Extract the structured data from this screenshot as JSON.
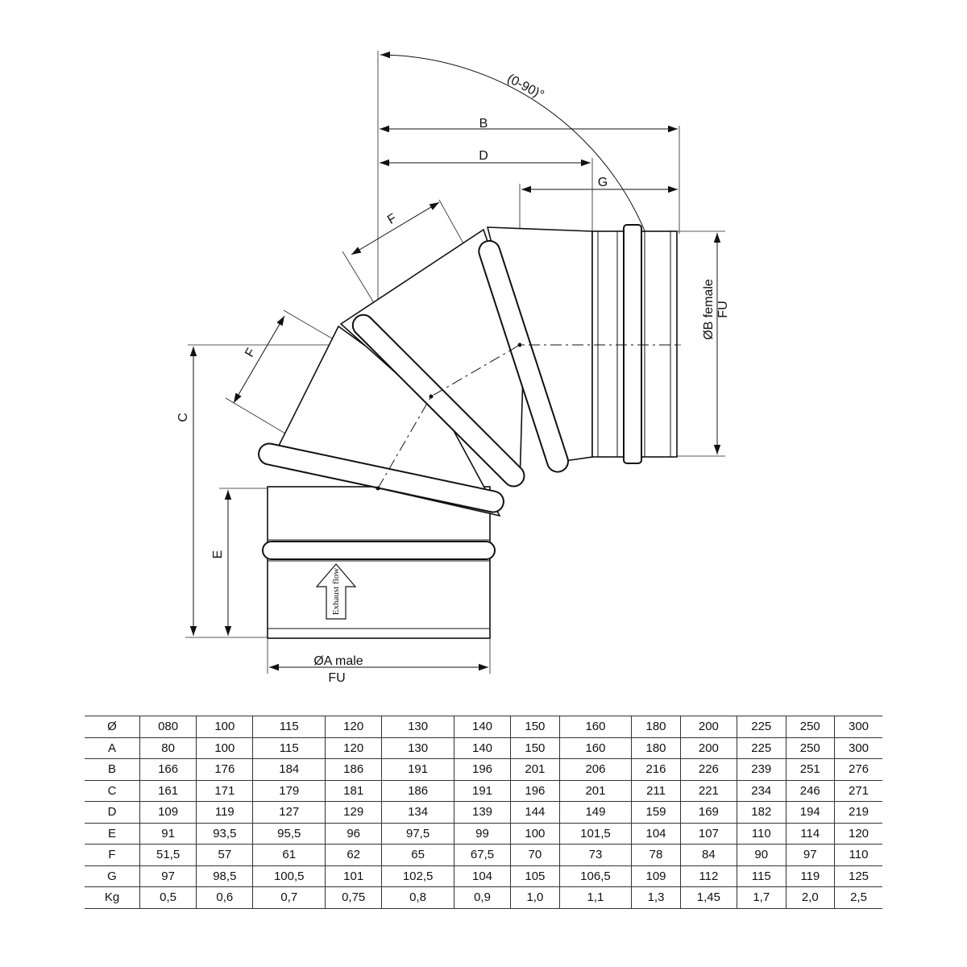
{
  "drawing": {
    "angle_label": "(0-90)°",
    "dim_B": "B",
    "dim_D": "D",
    "dim_G": "G",
    "dim_F_upper": "F",
    "dim_F_lower": "F",
    "dim_C": "C",
    "dim_E": "E",
    "male_label": "ØA  male",
    "male_sub": "FU",
    "female_label": "ØB female",
    "female_sub": "FU",
    "flow_label": "Exhaust flow"
  },
  "table": {
    "header": [
      "Ø",
      "080",
      "100",
      "115",
      "120",
      "130",
      "140",
      "150",
      "160",
      "180",
      "200",
      "225",
      "250",
      "300"
    ],
    "rows": [
      [
        "A",
        "80",
        "100",
        "115",
        "120",
        "130",
        "140",
        "150",
        "160",
        "180",
        "200",
        "225",
        "250",
        "300"
      ],
      [
        "B",
        "166",
        "176",
        "184",
        "186",
        "191",
        "196",
        "201",
        "206",
        "216",
        "226",
        "239",
        "251",
        "276"
      ],
      [
        "C",
        "161",
        "171",
        "179",
        "181",
        "186",
        "191",
        "196",
        "201",
        "211",
        "221",
        "234",
        "246",
        "271"
      ],
      [
        "D",
        "109",
        "119",
        "127",
        "129",
        "134",
        "139",
        "144",
        "149",
        "159",
        "169",
        "182",
        "194",
        "219"
      ],
      [
        "E",
        "91",
        "93,5",
        "95,5",
        "96",
        "97,5",
        "99",
        "100",
        "101,5",
        "104",
        "107",
        "110",
        "114",
        "120"
      ],
      [
        "F",
        "51,5",
        "57",
        "61",
        "62",
        "65",
        "67,5",
        "70",
        "73",
        "78",
        "84",
        "90",
        "97",
        "110"
      ],
      [
        "G",
        "97",
        "98,5",
        "100,5",
        "101",
        "102,5",
        "104",
        "105",
        "106,5",
        "109",
        "112",
        "115",
        "119",
        "125"
      ],
      [
        "Kg",
        "0,5",
        "0,6",
        "0,7",
        "0,75",
        "0,8",
        "0,9",
        "1,0",
        "1,1",
        "1,3",
        "1,45",
        "1,7",
        "2,0",
        "2,5"
      ]
    ]
  }
}
